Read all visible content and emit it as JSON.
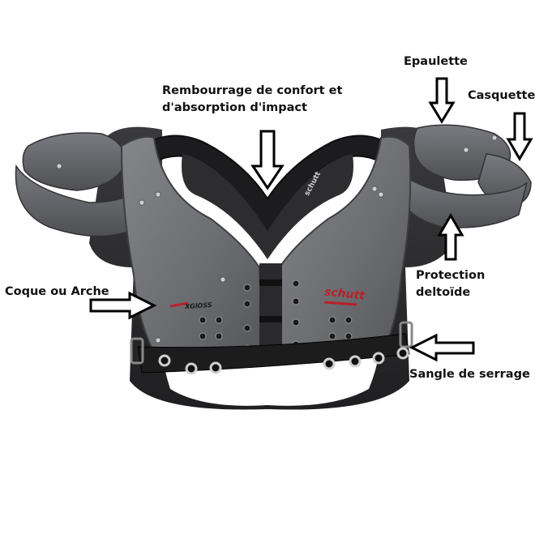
{
  "labels": {
    "rembourrage_line1": "Rembourrage de confort et",
    "rembourrage_line2": "d'absorption d'impact",
    "epaulette": "Epaulette",
    "casquette": "Casquette",
    "protection_line1": "Protection",
    "protection_line2": "deltoïde",
    "coque": "Coque ou Arche",
    "sangle": "Sangle de serrage"
  },
  "product": {
    "brand_logo_left": "schutt",
    "brand_logo_right": "schutt",
    "model_text": "XGlOSS"
  },
  "colors": {
    "shell": "#6e6f73",
    "shell_dark": "#4a4b4f",
    "padding": "#2a2a2c",
    "strap": "#1c1c1c",
    "accent_red": "#b8202a",
    "arrow_fill": "#ffffff",
    "arrow_stroke": "#000000"
  }
}
